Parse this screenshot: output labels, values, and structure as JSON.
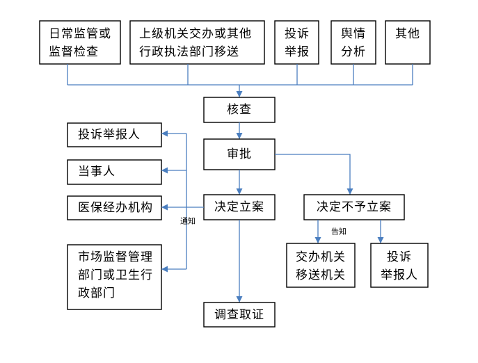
{
  "sources": [
    {
      "lines": [
        "日常监管或",
        "监督检查"
      ]
    },
    {
      "lines": [
        "上级机关交办或其他",
        "行政执法部门移送"
      ]
    },
    {
      "lines": [
        "投诉",
        "举报"
      ]
    },
    {
      "lines": [
        "舆情",
        "分析"
      ]
    },
    {
      "lines": [
        "其他"
      ]
    }
  ],
  "steps": {
    "check": "核查",
    "approve": "审批",
    "file_case": "决定立案",
    "no_case": "决定不予立案",
    "investigate": "调查取证"
  },
  "notify_targets": [
    {
      "lines": [
        "投诉举报人"
      ]
    },
    {
      "lines": [
        "当事人"
      ]
    },
    {
      "lines": [
        "医保经办机构"
      ]
    },
    {
      "lines": [
        "市场监督管理",
        "部门或卫生行",
        "政部门"
      ]
    }
  ],
  "inform_targets": [
    {
      "lines": [
        "交办机关",
        "移送机关"
      ]
    },
    {
      "lines": [
        "投诉",
        "举报人"
      ]
    }
  ],
  "edge_labels": {
    "notify": "通知",
    "inform": "告知"
  },
  "colors": {
    "connector": "#4a7ebf",
    "box_border": "#000000",
    "box_fill": "#ffffff"
  }
}
